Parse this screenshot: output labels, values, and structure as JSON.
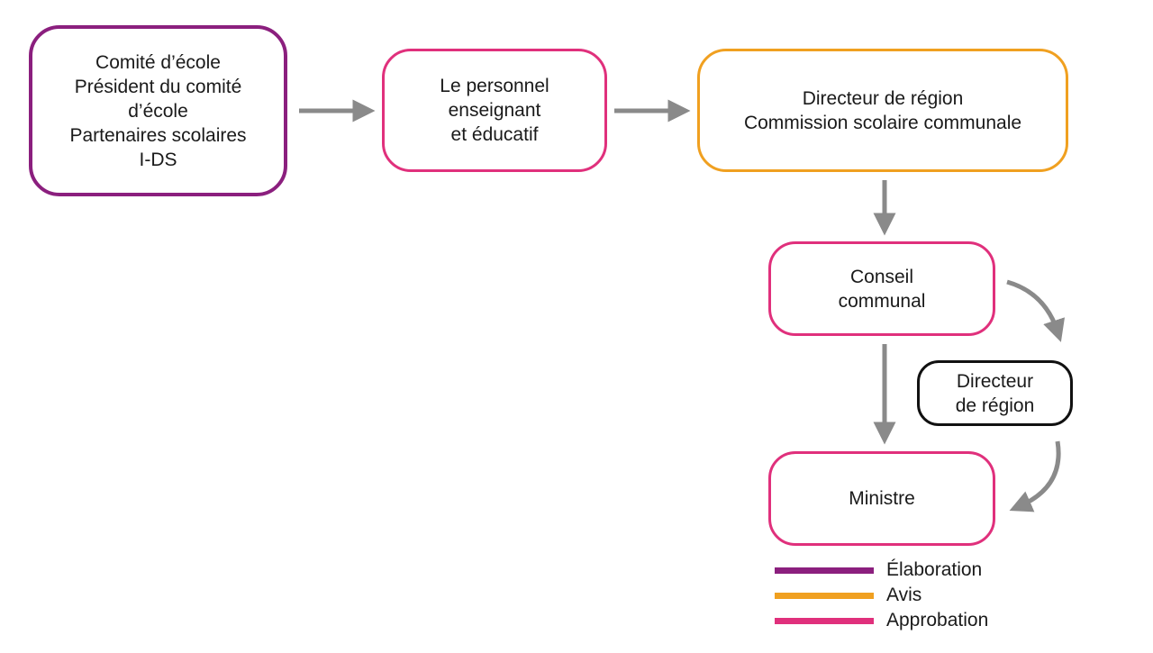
{
  "nodes": {
    "comite": {
      "lines": [
        "Comité d’école",
        "Président du comité",
        "d’école",
        "Partenaires scolaires",
        "I-DS"
      ]
    },
    "personnel": {
      "lines": [
        "Le personnel",
        "enseignant",
        "et éducatif"
      ]
    },
    "directeur_commission": {
      "lines": [
        "Directeur de région",
        "Commission scolaire communale"
      ]
    },
    "conseil": {
      "lines": [
        "Conseil",
        "communal"
      ]
    },
    "directeur_region": {
      "lines": [
        "Directeur",
        "de région"
      ]
    },
    "ministre": {
      "lines": [
        "Ministre"
      ]
    }
  },
  "legend": [
    {
      "label": "Élaboration",
      "color": "#8b1f7e"
    },
    {
      "label": "Avis",
      "color": "#f0a020"
    },
    {
      "label": "Approbation",
      "color": "#e0307c"
    }
  ],
  "colors": {
    "elaboration": "#8b1f7e",
    "avis": "#f0a020",
    "approbation": "#e0307c",
    "neutral": "#111111",
    "arrow": "#8a8a8a"
  }
}
